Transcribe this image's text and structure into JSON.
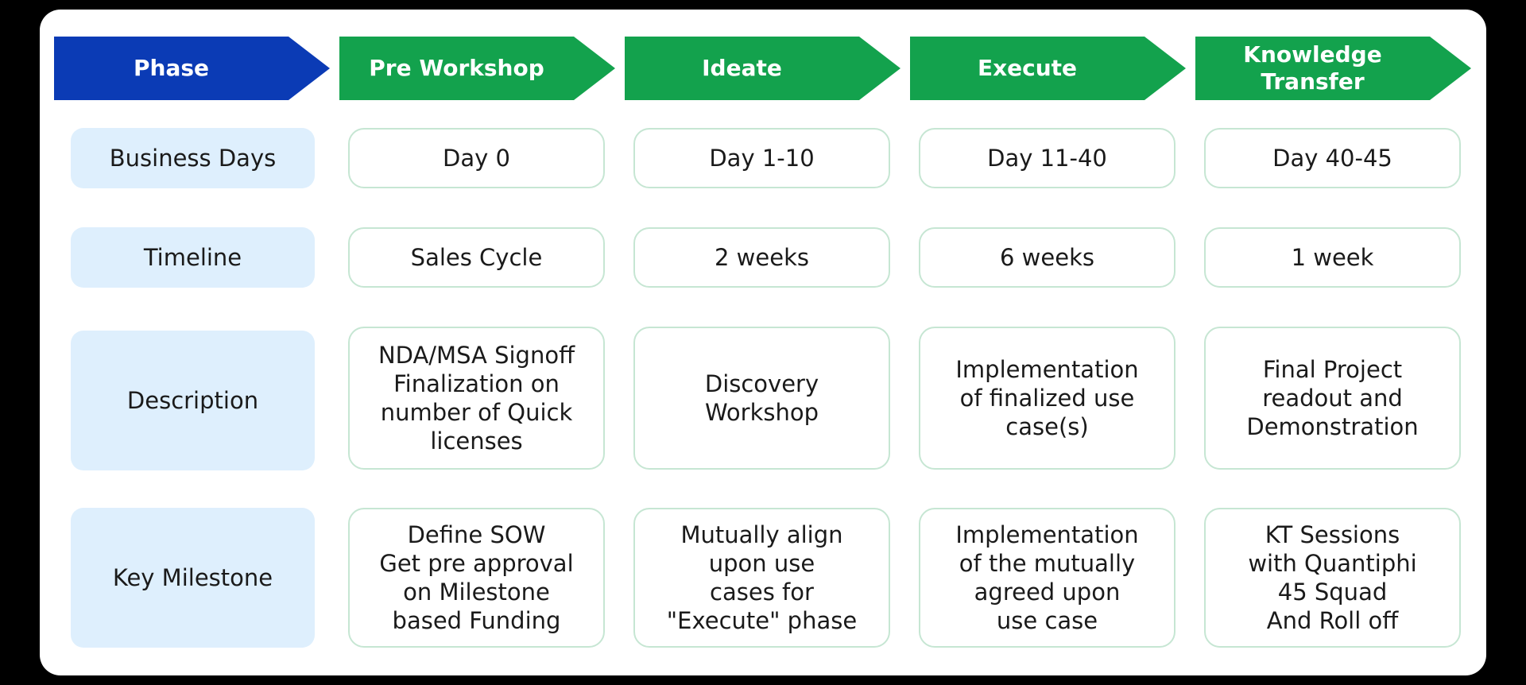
{
  "colors": {
    "phase_header": "#0b3bb5",
    "stage_header": "#13a24d",
    "label_fill": "#deeffd",
    "cell_border": "#c6e6d3"
  },
  "header": {
    "phase": "Phase",
    "stages": [
      "Pre Workshop",
      "Ideate",
      "Execute",
      "Knowledge\nTransfer"
    ]
  },
  "rows": [
    {
      "label": "Business Days",
      "cells": [
        "Day 0",
        "Day 1-10",
        "Day 11-40",
        "Day 40-45"
      ]
    },
    {
      "label": "Timeline",
      "cells": [
        "Sales Cycle",
        "2 weeks",
        "6 weeks",
        "1 week"
      ]
    },
    {
      "label": "Description",
      "cells": [
        "NDA/MSA Signoff\nFinalization on\nnumber of Quick\nlicenses",
        "Discovery\nWorkshop",
        "Implementation\nof finalized use\ncase(s)",
        "Final Project\nreadout and\nDemonstration"
      ]
    },
    {
      "label": "Key Milestone",
      "cells": [
        "Define SOW\nGet pre approval\non Milestone\nbased Funding",
        "Mutually align\nupon use\ncases for\n\"Execute\" phase",
        "Implementation\nof the mutually\nagreed upon\nuse case",
        "KT Sessions\nwith Quantiphi\n45 Squad\nAnd Roll off"
      ]
    }
  ]
}
